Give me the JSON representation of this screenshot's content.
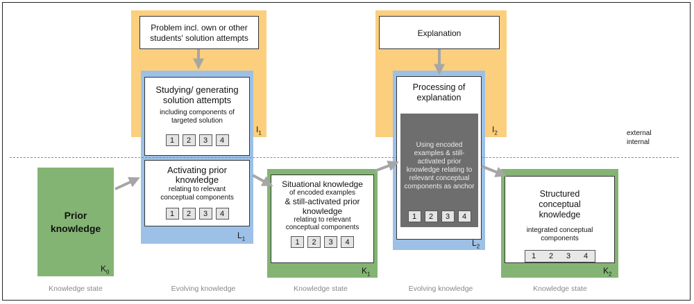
{
  "problem_box": {
    "text": "Problem incl. own or other students' solution attempts"
  },
  "explanation_box": {
    "text": "Explanation"
  },
  "studying_box": {
    "title": "Studying/ generating solution attempts",
    "sub": "including components of targeted solution",
    "nums": [
      "1",
      "2",
      "3",
      "4"
    ]
  },
  "activating_box": {
    "title": "Activating prior knowledge",
    "sub": "relating to relevant conceptual components",
    "nums": [
      "1",
      "2",
      "3",
      "4"
    ]
  },
  "prior_box": {
    "text": "Prior knowledge"
  },
  "situational_box": {
    "title": "Situational knowledge",
    "sub1": "of encoded examples",
    "mid": "& still-activated prior knowledge",
    "sub2": "relating to relevant conceptual components",
    "nums": [
      "1",
      "2",
      "3",
      "4"
    ]
  },
  "processing_box": {
    "title": "Processing of explanation",
    "inner": "Using encoded examples & still-activated prior knowledge relating to relevant conceptual components as anchor",
    "nums": [
      "1",
      "2",
      "3",
      "4"
    ]
  },
  "structured_box": {
    "title": "Structured conceptual knowledge",
    "sub": "integrated conceptual components",
    "nums": [
      "1",
      "2",
      "3",
      "4"
    ]
  },
  "corners": {
    "I1": {
      "main": "I",
      "sub": "1"
    },
    "I2": {
      "main": "I",
      "sub": "2"
    },
    "L1": {
      "main": "L",
      "sub": "1"
    },
    "L2": {
      "main": "L",
      "sub": "2"
    },
    "K0": {
      "main": "K",
      "sub": "0"
    },
    "K1": {
      "main": "K",
      "sub": "1"
    },
    "K2": {
      "main": "K",
      "sub": "2"
    }
  },
  "side_labels": {
    "external": "external",
    "internal": "internal"
  },
  "bottom_labels": [
    "Knowledge state",
    "Evolving knowledge",
    "Knowledge state",
    "Evolving knowledge",
    "Knowledge state"
  ],
  "colors": {
    "orange": "#fbcf7d",
    "blue": "#9dc0e6",
    "green": "#84b474",
    "dark_gray": "#6e6e6e",
    "arrow_gray": "#a6a6a6"
  }
}
